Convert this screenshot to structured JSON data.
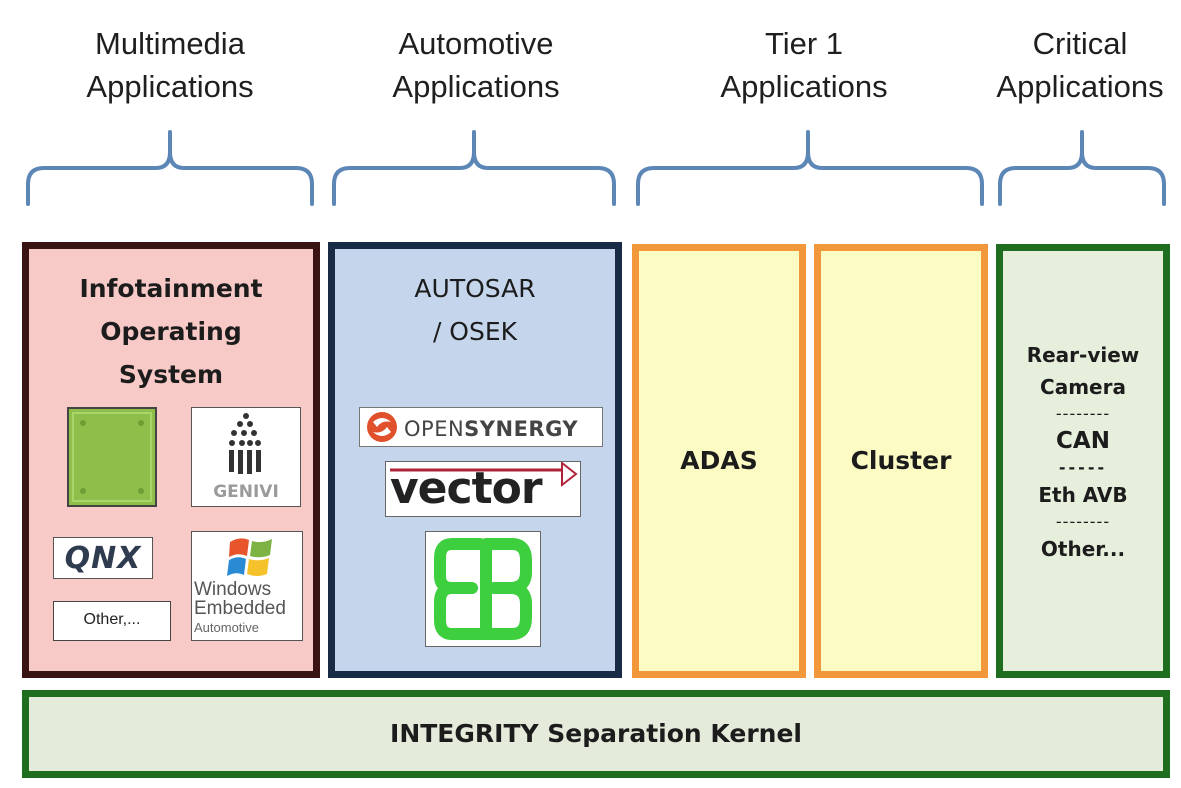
{
  "headers": [
    {
      "line1": "Multimedia",
      "line2": "Applications"
    },
    {
      "line1": "Automotive",
      "line2": "Applications"
    },
    {
      "line1": "Tier 1",
      "line2": "Applications"
    },
    {
      "line1": "Critical",
      "line2": "Applications"
    }
  ],
  "infotainment": {
    "title_line1": "Infotainment",
    "title_line2": "Operating",
    "title_line3": "System",
    "logos": {
      "android": "android-logo",
      "genivi": "GENIVI",
      "qnx": "QNX",
      "windows_line1": "Windows",
      "windows_line2": "Embedded",
      "windows_line3": "Automotive",
      "other": "Other,..."
    }
  },
  "autosar": {
    "title_line1": "AUTOSAR",
    "title_line2": "/ OSEK",
    "logos": {
      "opensynergy_a": "OPEN",
      "opensynergy_b": "SYNERGY",
      "vector": "vector",
      "eb": "EB"
    }
  },
  "adas": {
    "label": "ADAS"
  },
  "cluster": {
    "label": "Cluster"
  },
  "critical": {
    "item1_line1": "Rear-view",
    "item1_line2": "Camera",
    "sep1": "--------",
    "item2": "CAN",
    "sep2": "-----",
    "item3": "Eth AVB",
    "sep3": "--------",
    "item4": "Other..."
  },
  "kernel": {
    "label": "INTEGRITY Separation Kernel"
  },
  "colors": {
    "infotainment_border": "#3a1413",
    "infotainment_fill": "#f7c9c7",
    "autosar_border": "#172b46",
    "autosar_fill": "#c4d5ec",
    "tier1_border": "#f3983a",
    "tier1_fill": "#fdfbc4",
    "critical_border": "#1f6d1f",
    "critical_fill": "#e6eedc",
    "brace": "#5b86b5"
  }
}
